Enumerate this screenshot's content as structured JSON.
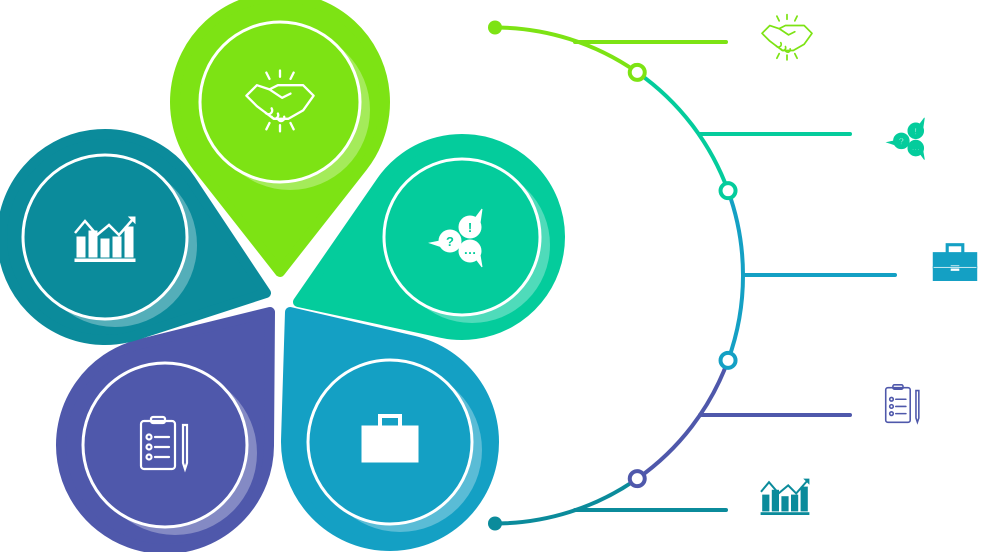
{
  "colors": {
    "green": "#7de314",
    "mint": "#04cc9c",
    "blue": "#14a0c4",
    "purple": "#4f58ab",
    "teal": "#0b8b9b"
  },
  "steps": [
    {
      "id": "handshake",
      "icon": "handshake-icon",
      "color": "green"
    },
    {
      "id": "discussion",
      "icon": "chat-bubbles-icon",
      "color": "mint"
    },
    {
      "id": "business",
      "icon": "briefcase-icon",
      "color": "blue"
    },
    {
      "id": "checklist",
      "icon": "clipboard-checklist-icon",
      "color": "purple"
    },
    {
      "id": "growth",
      "icon": "bar-chart-growth-icon",
      "color": "teal"
    }
  ]
}
